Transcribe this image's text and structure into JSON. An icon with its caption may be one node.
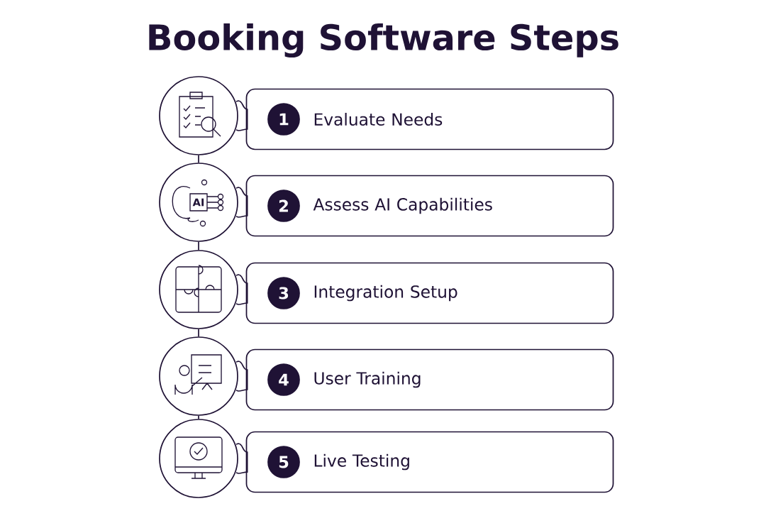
{
  "diagram": {
    "title": "Booking Software Steps",
    "nodes": [
      {
        "text": [],
        "shape": "circle"
      },
      {
        "text": [
          "Evaluate Needs"
        ]
      },
      {
        "text": [
          "1"
        ],
        "in": 1
      },
      {
        "text": [],
        "shape": "circle"
      },
      {
        "text": [
          "Assess AI Capabilities"
        ]
      },
      {
        "text": [
          "2"
        ],
        "in": 4
      },
      {
        "text": [],
        "shape": "circle"
      },
      {
        "text": [
          "Integration Setup"
        ]
      },
      {
        "text": [
          "3"
        ],
        "in": 7
      },
      {
        "text": [],
        "shape": "circle"
      },
      {
        "text": [
          "User Training"
        ]
      },
      {
        "text": [
          "4"
        ],
        "in": 10
      },
      {
        "text": [],
        "shape": "circle"
      },
      {
        "text": [
          "Live Testing"
        ]
      },
      {
        "text": [
          "5"
        ],
        "in": 13
      }
    ],
    "edges": [
      {
        "from": 0,
        "to": 1,
        "arrow": "none"
      },
      {
        "from": 3,
        "to": 4,
        "arrow": "none"
      },
      {
        "from": 6,
        "to": 7,
        "arrow": "none"
      },
      {
        "from": 9,
        "to": 10,
        "arrow": "none"
      },
      {
        "from": 12,
        "to": 13,
        "arrow": "none"
      },
      {
        "from": 0,
        "to": 3,
        "arrow": "none"
      },
      {
        "from": 3,
        "to": 6,
        "arrow": "none"
      },
      {
        "from": 6,
        "to": 9,
        "arrow": "none"
      },
      {
        "from": 9,
        "to": 12,
        "arrow": "none"
      }
    ],
    "labels": [
      "AI"
    ]
  }
}
